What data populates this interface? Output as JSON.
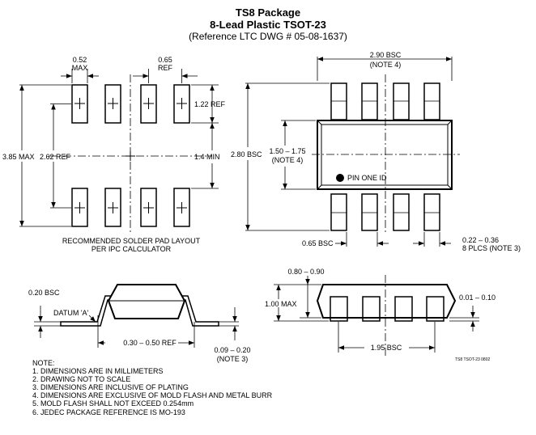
{
  "header": {
    "title": "TS8 Package",
    "subtitle": "8-Lead Plastic TSOT-23",
    "reference": "(Reference LTC DWG # 05-08-1637)"
  },
  "pad_layout": {
    "pad_width": "0.52",
    "pad_width_sub": "MAX",
    "pitch": "0.65",
    "pitch_sub": "REF",
    "pad_length": "1.22 REF",
    "overall": "3.85 MAX",
    "pad_span": "2.62 REF",
    "gap": "1.4 MIN",
    "caption_1": "RECOMMENDED SOLDER PAD LAYOUT",
    "caption_2": "PER IPC CALCULATOR"
  },
  "top_view": {
    "length": "2.90 BSC",
    "length_note": "(NOTE 4)",
    "width": "2.80 BSC",
    "body_width": "1.50 – 1.75",
    "body_width_note": "(NOTE 4)",
    "pin_one": "PIN ONE ID",
    "pitch": "0.65 BSC",
    "lead_width": "0.22 – 0.36",
    "lead_width_note": "8 PLCS (NOTE 3)"
  },
  "side_view": {
    "gauge": "0.20 BSC",
    "datum": "DATUM 'A'",
    "foot": "0.30 – 0.50 REF",
    "thickness": "0.09 – 0.20",
    "thickness_note": "(NOTE 3)"
  },
  "end_view": {
    "body_height": "0.80 – 0.90",
    "max_height": "1.00 MAX",
    "standoff": "0.01 – 0.10",
    "span": "1.95 BSC",
    "drawing_id": "TS8 TSOT-23 0802"
  },
  "notes": {
    "heading": "NOTE:",
    "items": [
      "1. DIMENSIONS ARE IN MILLIMETERS",
      "2. DRAWING NOT TO SCALE",
      "3. DIMENSIONS ARE INCLUSIVE OF PLATING",
      "4. DIMENSIONS ARE EXCLUSIVE OF MOLD FLASH AND METAL BURR",
      "5. MOLD FLASH SHALL NOT EXCEED 0.254mm",
      "6. JEDEC PACKAGE REFERENCE IS MO-193"
    ]
  }
}
